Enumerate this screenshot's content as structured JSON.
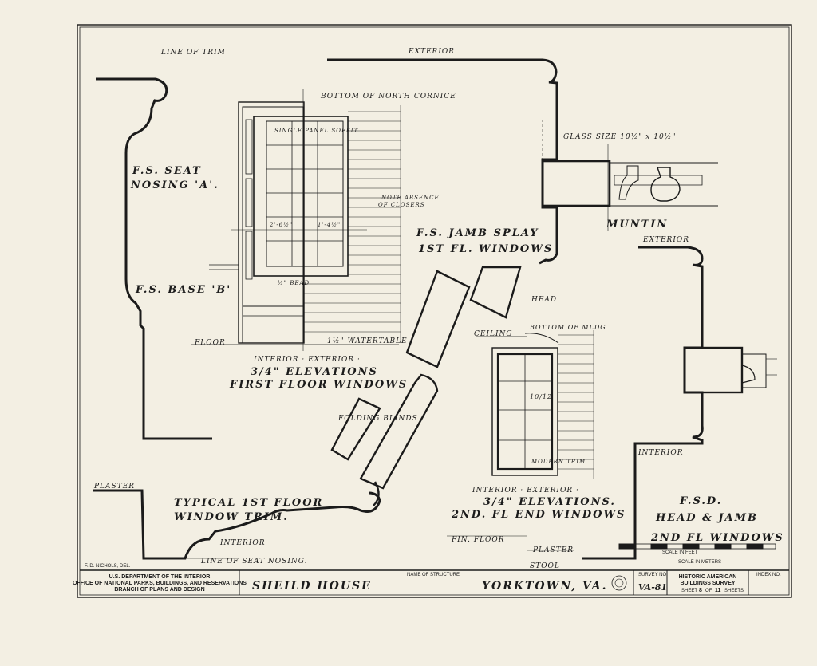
{
  "labels": {
    "line_of_trim": "LINE OF TRIM",
    "exterior_top": "EXTERIOR",
    "bottom_north_cornice": "BOTTOM OF NORTH CORNICE",
    "single_panel_soffit": "SINGLE PANEL SOFFIT",
    "note_absence": "NOTE ABSENCE",
    "of_closers": "OF CLOSERS",
    "glass_size": "GLASS SIZE 10½\" x 10½\"",
    "muntin": "MUNTIN",
    "fs_seat": "F.S. SEAT",
    "nosing_a": "NOSING 'A'.",
    "fs_base_b": "F.S. BASE 'B'",
    "fs_jamb_splay": "F.S. JAMB SPLAY",
    "first_fl_windows": "1ST FL. WINDOWS",
    "exterior_right": "EXTERIOR",
    "dim_left": "2'-6½\"",
    "dim_right": "1'-4½\"",
    "half_bead": "½\" BEAD",
    "floor": "FLOOR",
    "watertable": "1½\" WATERTABLE",
    "interior_exterior_1": "INTERIOR · EXTERIOR ·",
    "elev_1": "3/4\" ELEVATIONS",
    "first_floor_windows": "FIRST FLOOR WINDOWS",
    "head": "HEAD",
    "ceiling": "CEILING",
    "bottom_of_mldg": "BOTTOM OF MLDG",
    "folding_blinds": "FOLDING BLINDS",
    "sash_fraction": "10/12",
    "modern_trim": "MODERN TRIM",
    "interior_right": "INTERIOR",
    "plaster_left": "PLASTER",
    "typical_1st_floor": "TYPICAL 1ST FLOOR",
    "window_trim": "WINDOW TRIM.",
    "interior_bottom": "INTERIOR",
    "line_of_seat_nosing": "LINE OF SEAT NOSING.",
    "interior_exterior_2": "INTERIOR · EXTERIOR ·",
    "elev_2": "3/4\" ELEVATIONS.",
    "second_fl_end_windows": "2ND. FL END WINDOWS",
    "fin_floor": "FIN. FLOOR",
    "plaster_right": "PLASTER",
    "stool": "STOOL",
    "fsd": "F.S.D.",
    "head_jamb": "HEAD & JAMB",
    "second_fl_windows": "2ND FL WINDOWS",
    "scale_note": "SCALE IN FEET",
    "scale_note_2": "SCALE IN METERS",
    "delineator": "F. D. NICHOLS, DEL."
  },
  "title_block": {
    "agency_line1": "U.S. DEPARTMENT OF THE INTERIOR",
    "agency_line2": "OFFICE OF NATIONAL PARKS, BUILDINGS, AND RESERVATIONS",
    "agency_line3": "BRANCH OF PLANS AND DESIGN",
    "structure_name": "SHEILD HOUSE",
    "name_of_structure_label": "NAME OF STRUCTURE",
    "location": "YORKTOWN, VA.",
    "survey_no_label": "SURVEY NO.",
    "survey_no": "VA-81",
    "habs_line1": "HISTORIC AMERICAN",
    "habs_line2": "BUILDINGS SURVEY",
    "sheet_prefix": "SHEET",
    "sheet_no": "8",
    "sheet_of": "OF",
    "sheet_total": "11",
    "sheet_suffix": "SHEETS",
    "index_no_label": "INDEX NO."
  },
  "colors": {
    "paper": "#f3efe3",
    "ink": "#1b1b1b"
  }
}
